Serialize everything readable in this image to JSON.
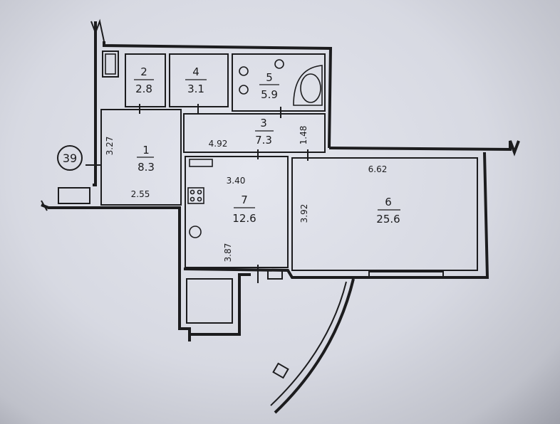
{
  "rooms": [
    {
      "number": "1",
      "area": "8.3"
    },
    {
      "number": "2",
      "area": "2.8"
    },
    {
      "number": "3",
      "area": "7.3"
    },
    {
      "number": "4",
      "area": "3.1"
    },
    {
      "number": "5",
      "area": "5.9"
    },
    {
      "number": "6",
      "area": "25.6"
    },
    {
      "number": "7",
      "area": "12.6"
    }
  ],
  "dimensions": {
    "room1_height": "3.27",
    "room1_width": "2.55",
    "corridor_length": "4.92",
    "corridor_width": "1.48",
    "kitchen_width": "3.40",
    "kitchen_length": "3.87",
    "living_width": "6.62",
    "living_length": "3.92"
  },
  "apartment_number": "39"
}
